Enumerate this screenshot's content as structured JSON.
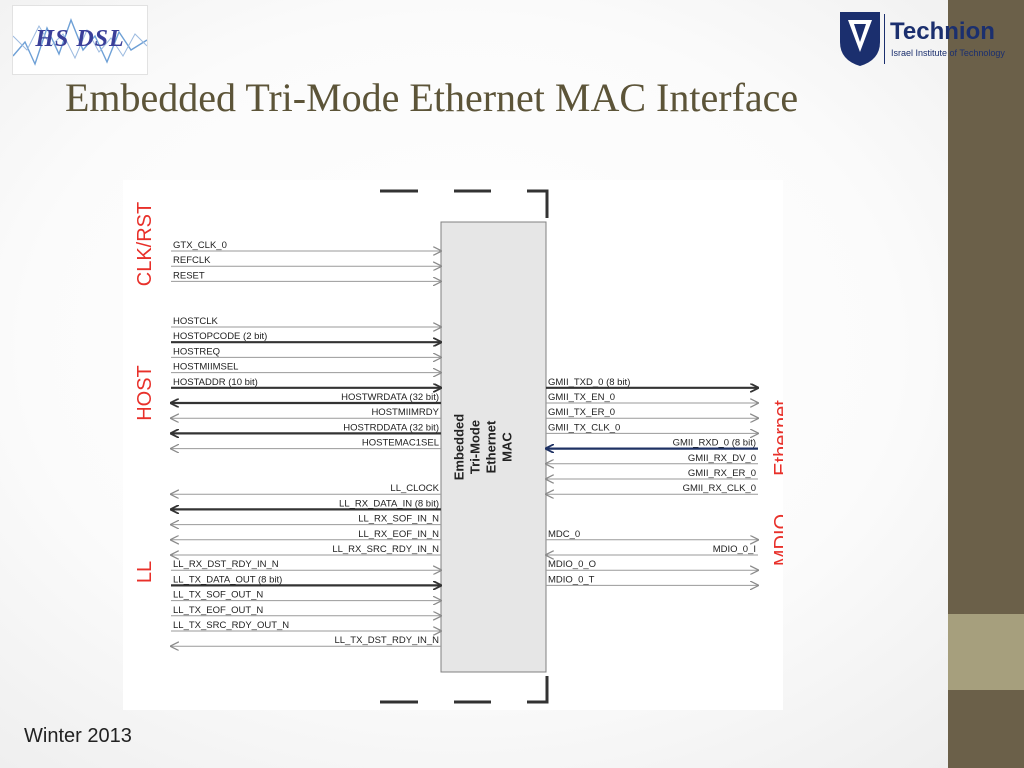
{
  "header": {
    "title": "Embedded Tri-Mode Ethernet MAC Interface",
    "logo_left_text": "HS DSL",
    "logo_right_name": "Technion",
    "logo_right_subtitle": "Israel Institute of Technology"
  },
  "footer": {
    "text": "Winter 2013"
  },
  "colors": {
    "accent_red": "#e8302a",
    "title_color": "#5c5438",
    "sidebar": "#6b6049",
    "block_fill": "#e6e6e6",
    "bus_dark_blue": "#1f3264"
  },
  "diagram": {
    "block_label": [
      "Embedded",
      "Tri-Mode",
      "Ethernet",
      "MAC"
    ],
    "groups": [
      {
        "id": "clk",
        "label": "CLK/RST",
        "side": "left"
      },
      {
        "id": "host",
        "label": "HOST",
        "side": "left"
      },
      {
        "id": "ll",
        "label": "LL",
        "side": "left"
      },
      {
        "id": "eth",
        "label": "Ethernet",
        "side": "right"
      },
      {
        "id": "mdio",
        "label": "MDIO",
        "side": "right"
      }
    ],
    "left_signals": [
      {
        "name": "GTX_CLK_0",
        "dir": "in",
        "bus": false,
        "row": 0
      },
      {
        "name": "REFCLK",
        "dir": "in",
        "bus": false,
        "row": 1
      },
      {
        "name": "RESET",
        "dir": "in",
        "bus": false,
        "row": 2
      },
      {
        "name": "HOSTCLK",
        "dir": "in",
        "bus": false,
        "row": 5
      },
      {
        "name": "HOSTOPCODE (2 bit)",
        "dir": "in",
        "bus": true,
        "row": 6
      },
      {
        "name": "HOSTREQ",
        "dir": "in",
        "bus": false,
        "row": 7
      },
      {
        "name": "HOSTMIIMSEL",
        "dir": "in",
        "bus": false,
        "row": 8
      },
      {
        "name": "HOSTADDR (10 bit)",
        "dir": "in",
        "bus": true,
        "row": 9
      },
      {
        "name": "HOSTWRDATA (32 bit)",
        "dir": "out",
        "bus": true,
        "row": 10
      },
      {
        "name": "HOSTMIIMRDY",
        "dir": "out",
        "bus": false,
        "row": 11
      },
      {
        "name": "HOSTRDDATA (32 bit)",
        "dir": "out",
        "bus": true,
        "row": 12
      },
      {
        "name": "HOSTEMAC1SEL",
        "dir": "out",
        "bus": false,
        "row": 13
      },
      {
        "name": "LL_CLOCK",
        "dir": "out",
        "bus": false,
        "row": 16
      },
      {
        "name": "LL_RX_DATA_IN (8 bit)",
        "dir": "out",
        "bus": true,
        "row": 17
      },
      {
        "name": "LL_RX_SOF_IN_N",
        "dir": "out",
        "bus": false,
        "row": 18
      },
      {
        "name": "LL_RX_EOF_IN_N",
        "dir": "out",
        "bus": false,
        "row": 19
      },
      {
        "name": "LL_RX_SRC_RDY_IN_N",
        "dir": "out",
        "bus": false,
        "row": 20
      },
      {
        "name": "LL_RX_DST_RDY_IN_N",
        "dir": "in",
        "bus": false,
        "row": 21
      },
      {
        "name": "LL_TX_DATA_OUT (8 bit)",
        "dir": "in",
        "bus": true,
        "row": 22
      },
      {
        "name": "LL_TX_SOF_OUT_N",
        "dir": "in",
        "bus": false,
        "row": 23
      },
      {
        "name": "LL_TX_EOF_OUT_N",
        "dir": "in",
        "bus": false,
        "row": 24
      },
      {
        "name": "LL_TX_SRC_RDY_OUT_N",
        "dir": "in",
        "bus": false,
        "row": 25
      },
      {
        "name": "LL_TX_DST_RDY_IN_N",
        "dir": "out",
        "bus": false,
        "row": 26
      }
    ],
    "right_signals": [
      {
        "name": "GMII_TXD_0 (8 bit)",
        "dir": "out",
        "bus": true,
        "row": 9
      },
      {
        "name": "GMII_TX_EN_0",
        "dir": "out",
        "bus": false,
        "row": 10
      },
      {
        "name": "GMII_TX_ER_0",
        "dir": "out",
        "bus": false,
        "row": 11
      },
      {
        "name": "GMII_TX_CLK_0",
        "dir": "out",
        "bus": false,
        "row": 12
      },
      {
        "name": "GMII_RXD_0 (8 bit)",
        "dir": "in",
        "bus": true,
        "row": 13
      },
      {
        "name": "GMII_RX_DV_0",
        "dir": "in",
        "bus": false,
        "row": 14
      },
      {
        "name": "GMII_RX_ER_0",
        "dir": "in",
        "bus": false,
        "row": 15
      },
      {
        "name": "GMII_RX_CLK_0",
        "dir": "in",
        "bus": false,
        "row": 16
      },
      {
        "name": "MDC_0",
        "dir": "out",
        "bus": false,
        "row": 19
      },
      {
        "name": "MDIO_0_I",
        "dir": "in",
        "bus": false,
        "row": 20
      },
      {
        "name": "MDIO_0_O",
        "dir": "out",
        "bus": false,
        "row": 21
      },
      {
        "name": "MDIO_0_T",
        "dir": "out",
        "bus": false,
        "row": 22
      }
    ]
  }
}
